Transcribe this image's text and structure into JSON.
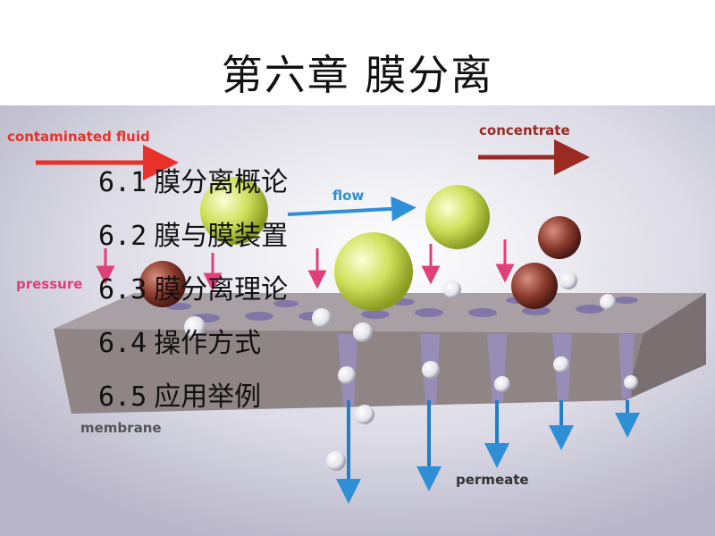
{
  "slide": {
    "title": "第六章  膜分离"
  },
  "toc": [
    {
      "number": "6.1",
      "text": "膜分离概论"
    },
    {
      "number": "6.2",
      "text": "膜与膜装置"
    },
    {
      "number": "6.3",
      "text": "膜分离理论"
    },
    {
      "number": "6.4",
      "text": "操作方式"
    },
    {
      "number": "6.5",
      "text": "应用举例"
    }
  ],
  "figure": {
    "labels": {
      "contaminated": "contaminated fluid",
      "concentrate": "concentrate",
      "flow": "flow",
      "pressure": "pressure",
      "membrane": "membrane",
      "permeate": "permeate"
    },
    "colors": {
      "feed_arrow": "#e8312a",
      "concentrate_arrow": "#9a2a22",
      "flow_arrow": "#2f8fd6",
      "pressure_arrow": "#e0407a",
      "permeate_arrow": "#1f7fc8",
      "membrane": "#8f8585",
      "particle_large": "#d4e36a",
      "particle_brown": "#8a3a2c",
      "particle_small": "#e8e8ee"
    }
  }
}
